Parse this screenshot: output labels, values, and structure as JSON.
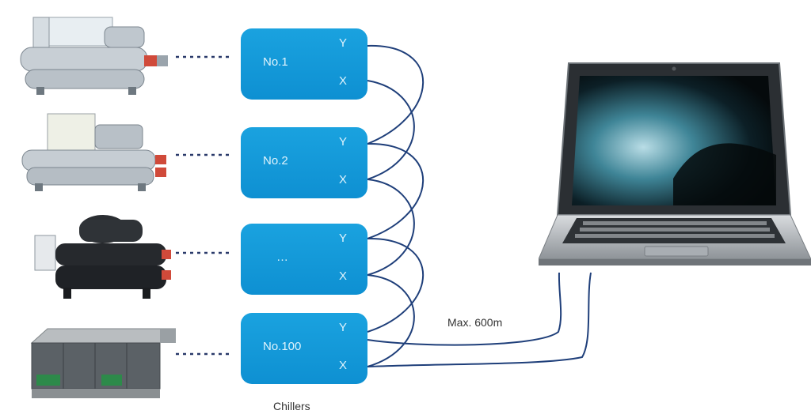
{
  "colors": {
    "node_fill": "#1596d8",
    "node_text": "#dff3fc",
    "wire": "#1f3f7a",
    "dots": "#2a3a6a"
  },
  "nodes": [
    {
      "label": "No.1",
      "y_terminal": "Y",
      "x_terminal": "X"
    },
    {
      "label": "No.2",
      "y_terminal": "Y",
      "x_terminal": "X"
    },
    {
      "label": "…",
      "y_terminal": "Y",
      "x_terminal": "X"
    },
    {
      "label": "No.100",
      "y_terminal": "Y",
      "x_terminal": "X"
    }
  ],
  "chillers": [
    {
      "kind": "screw-chiller-icon"
    },
    {
      "kind": "screw-chiller-with-panel-icon"
    },
    {
      "kind": "centrifugal-chiller-icon"
    },
    {
      "kind": "air-cooled-chiller-icon"
    }
  ],
  "cable_label": "Max. 600m",
  "footer_label": "Chillers",
  "computer": {
    "kind": "laptop-icon"
  }
}
